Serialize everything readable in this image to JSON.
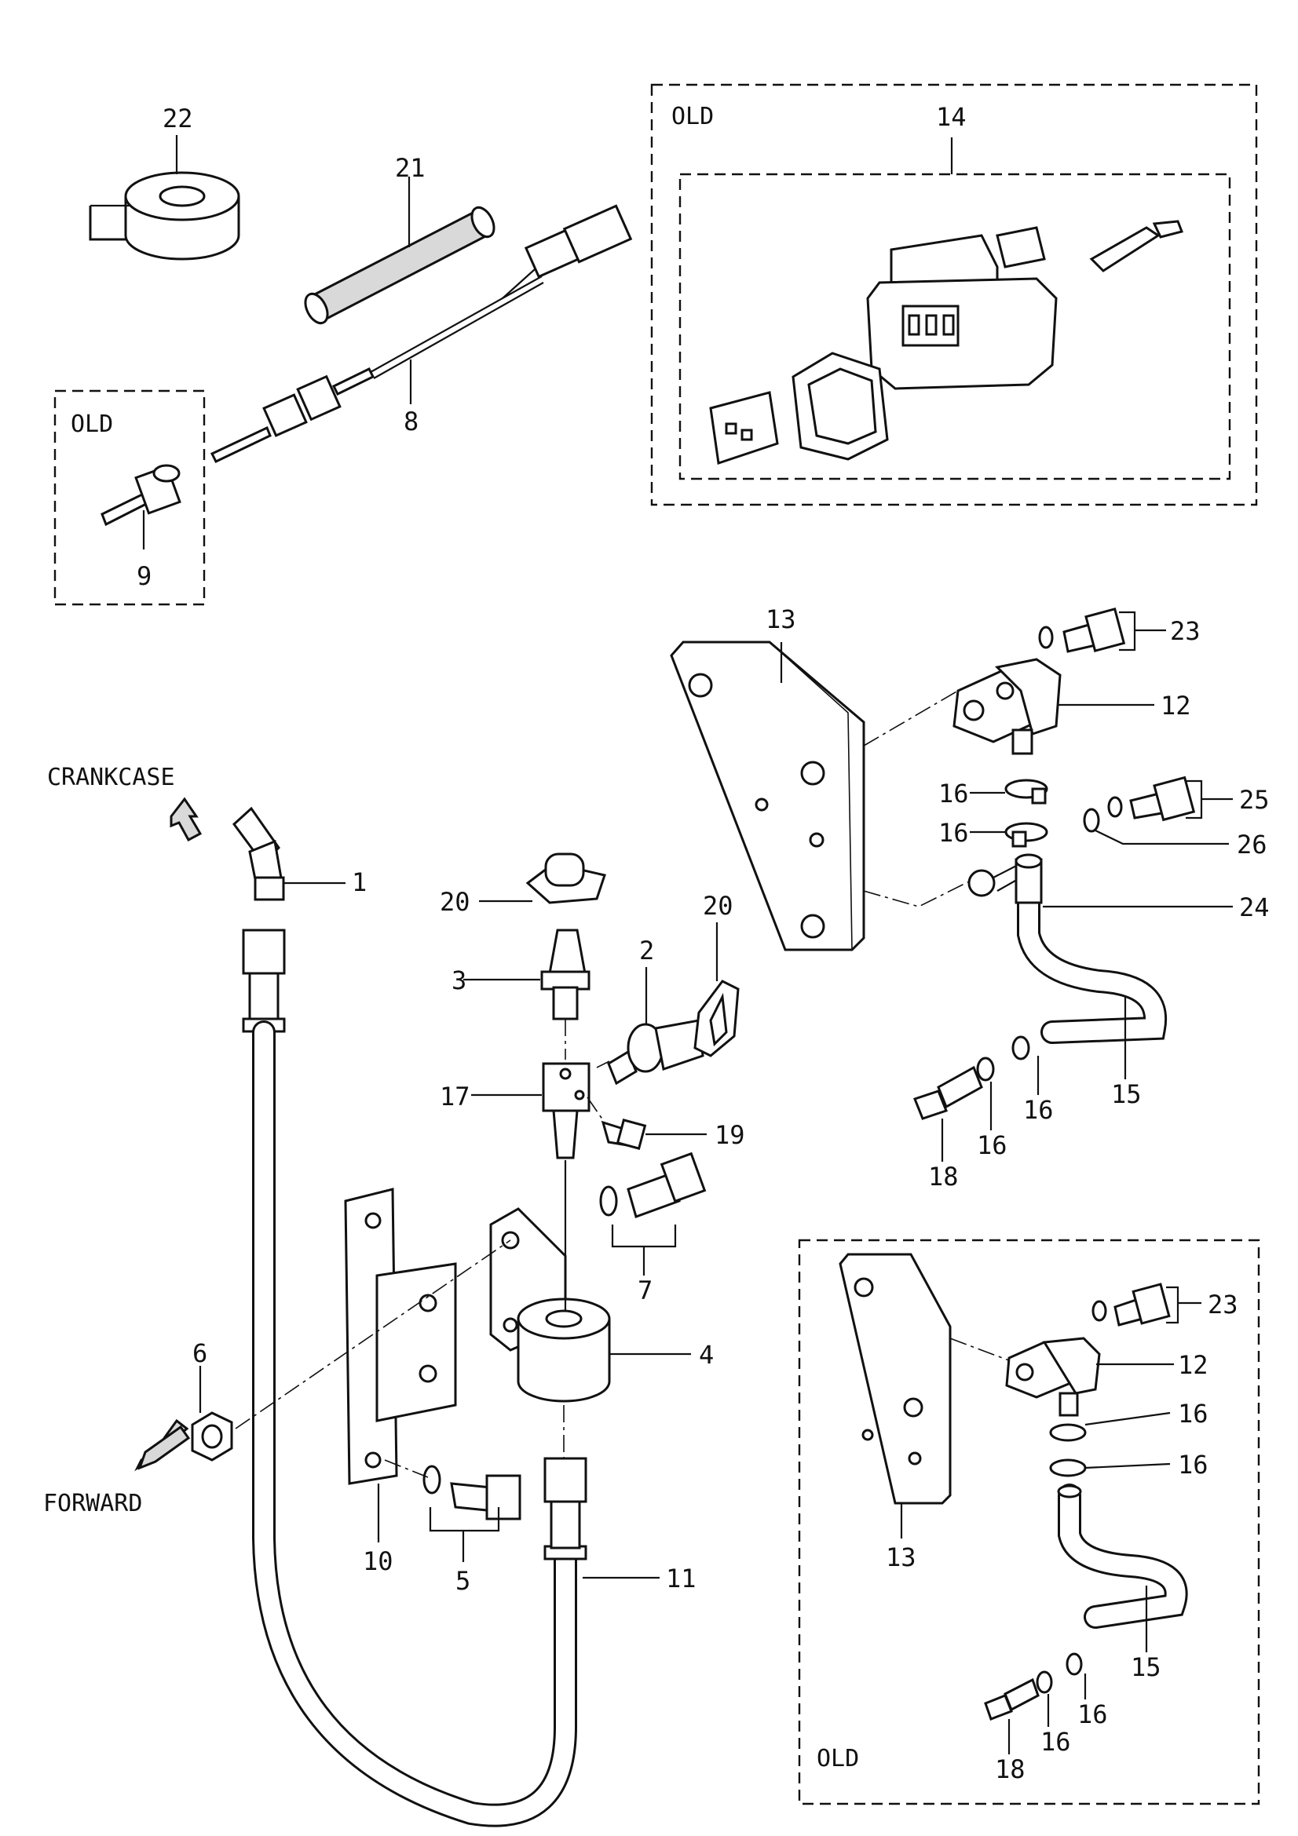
{
  "callouts": [
    "1",
    "2",
    "3",
    "4",
    "5",
    "6",
    "7",
    "8",
    "9",
    "10",
    "11",
    "12",
    "13",
    "14",
    "15",
    "16",
    "17",
    "18",
    "19",
    "20",
    "21",
    "22",
    "23",
    "24",
    "25",
    "26"
  ],
  "labels": {
    "old": "OLD",
    "crankcase": "CRANKCASE",
    "forward": "FORWARD"
  }
}
